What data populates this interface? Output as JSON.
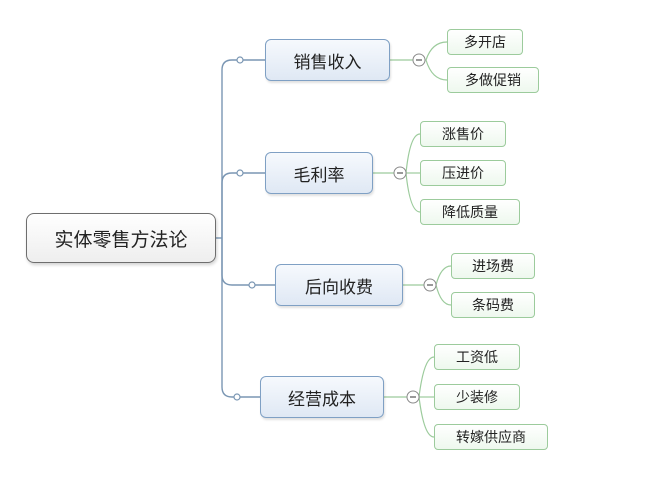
{
  "colors": {
    "connector": "#7a96b3",
    "leaf_connector": "#9ccb9c",
    "root_border": "#6e6e6e",
    "branch_border": "#7fa0c4",
    "leaf_border": "#9ccb9c"
  },
  "icons": [
    "collapse-minus-icon",
    "expand-handle-dot-icon"
  ],
  "root": {
    "label": "实体零售方法论"
  },
  "branches": [
    {
      "label": "销售收入",
      "children": [
        "多开店",
        "多做促销"
      ]
    },
    {
      "label": "毛利率",
      "children": [
        "涨售价",
        "压进价",
        "降低质量"
      ]
    },
    {
      "label": "后向收费",
      "children": [
        "进场费",
        "条码费"
      ]
    },
    {
      "label": "经营成本",
      "children": [
        "工资低",
        "少装修",
        "转嫁供应商"
      ]
    }
  ]
}
